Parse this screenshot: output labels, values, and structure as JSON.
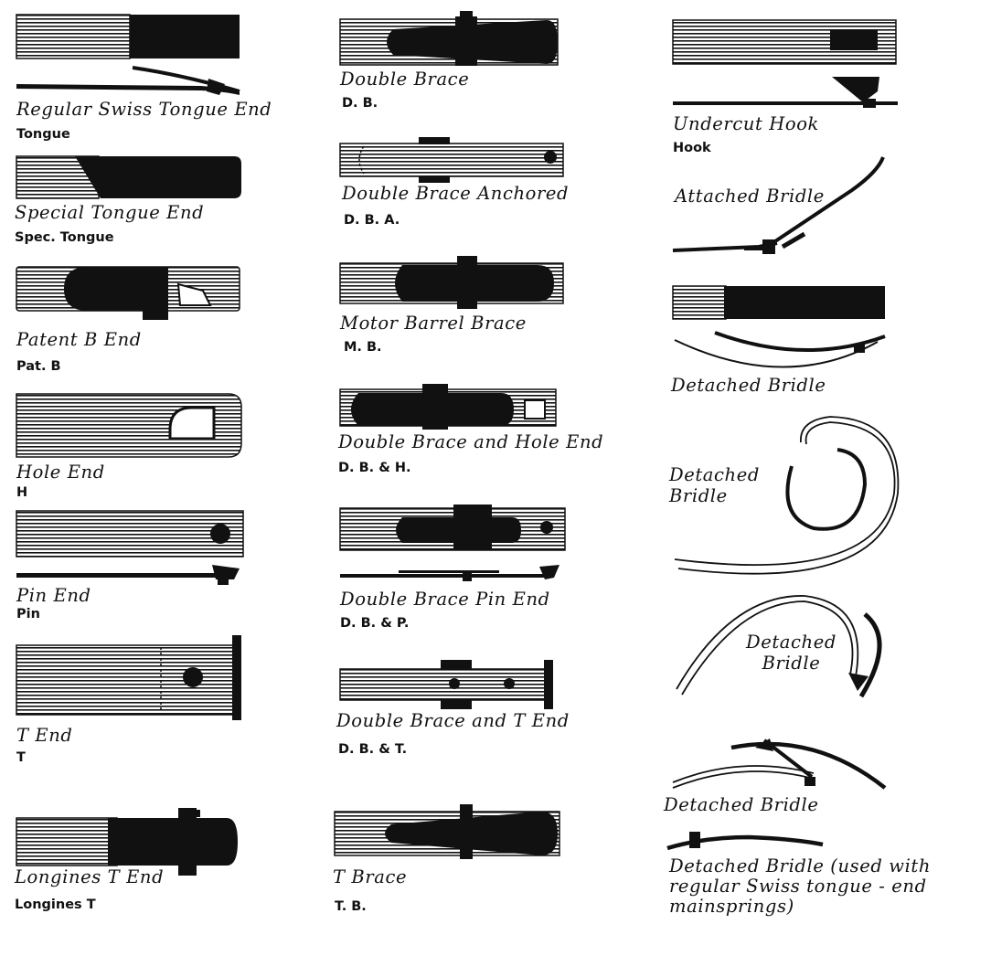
{
  "items": [
    {
      "name": "Regular Swiss Tongue End",
      "abbr": "Tongue"
    },
    {
      "name": "Special Tongue End",
      "abbr": "Spec. Tongue"
    },
    {
      "name": "Patent B End",
      "abbr": "Pat. B"
    },
    {
      "name": "Hole End",
      "abbr": "H"
    },
    {
      "name": "Pin End",
      "abbr": "Pin"
    },
    {
      "name": "T End",
      "abbr": "T"
    },
    {
      "name": "Longines T End",
      "abbr": "Longines T"
    },
    {
      "name": "Double Brace",
      "abbr": "D. B."
    },
    {
      "name": "Double Brace Anchored",
      "abbr": "D. B. A."
    },
    {
      "name": "Motor Barrel Brace",
      "abbr": "M. B."
    },
    {
      "name": "Double Brace and Hole End",
      "abbr": "D. B. & H."
    },
    {
      "name": "Double Brace Pin End",
      "abbr": "D. B. & P."
    },
    {
      "name": "Double Brace and T End",
      "abbr": "D. B. & T."
    },
    {
      "name": "T Brace",
      "abbr": "T. B."
    },
    {
      "name": "Undercut Hook",
      "abbr": "Hook"
    },
    {
      "name": "Attached Bridle"
    },
    {
      "name": "Detached Bridle"
    },
    {
      "name": "Detached\nBridle"
    },
    {
      "name": "Detached\nBridle"
    },
    {
      "name": "Detached Bridle"
    },
    {
      "name": "Detached Bridle (used with\nregular Swiss  tongue - end\nmainsprings)"
    }
  ]
}
